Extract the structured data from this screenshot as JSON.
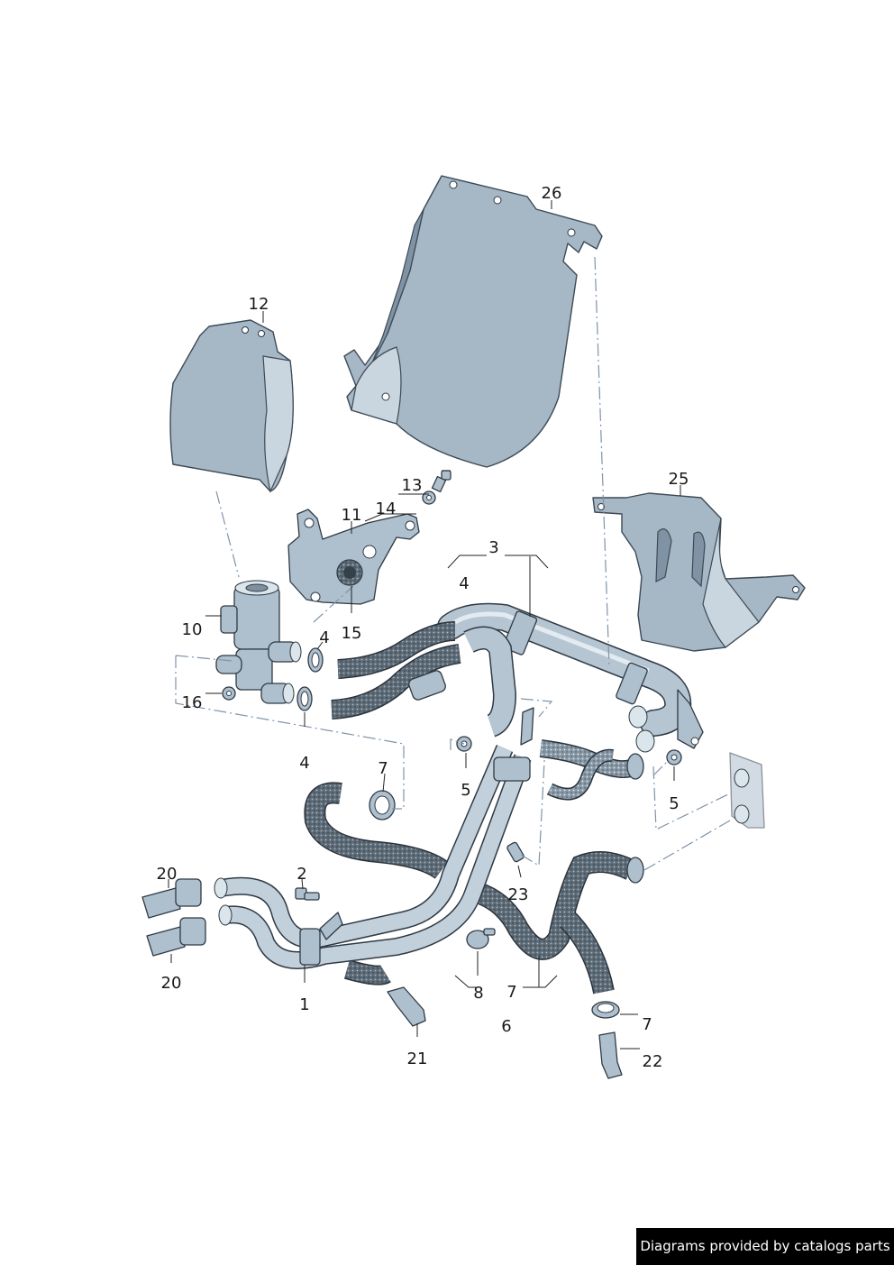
{
  "labels": {
    "l1": "1",
    "l2": "2",
    "l3": "3",
    "l4a": "4",
    "l4b": "4",
    "l4c": "4",
    "l5a": "5",
    "l5b": "5",
    "l6": "6",
    "l7a": "7",
    "l7b": "7",
    "l7c": "7",
    "l8": "8",
    "l10": "10",
    "l11": "11",
    "l12": "12",
    "l13": "13",
    "l14": "14",
    "l15": "15",
    "l16": "16",
    "l20a": "20",
    "l20b": "20",
    "l21": "21",
    "l22": "22",
    "l23": "23",
    "l25": "25",
    "l26": "26"
  },
  "credit": "Diagrams provided by catalogs parts"
}
